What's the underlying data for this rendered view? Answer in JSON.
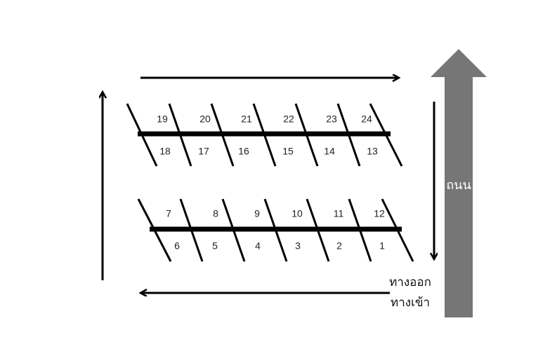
{
  "road": {
    "label": "ถนน",
    "color": "#767676"
  },
  "gate": {
    "exit_label": "ทางออก",
    "entrance_label": "ทางเข้า"
  },
  "rows": {
    "upper": {
      "top": [
        "19",
        "20",
        "21",
        "22",
        "23",
        "24"
      ],
      "bottom": [
        "18",
        "17",
        "16",
        "15",
        "14",
        "13"
      ]
    },
    "lower": {
      "top": [
        "7",
        "8",
        "9",
        "10",
        "11",
        "12"
      ],
      "bottom": [
        "6",
        "5",
        "4",
        "3",
        "2",
        "1"
      ]
    }
  },
  "colors": {
    "line": "#000000",
    "text": "#222222"
  }
}
